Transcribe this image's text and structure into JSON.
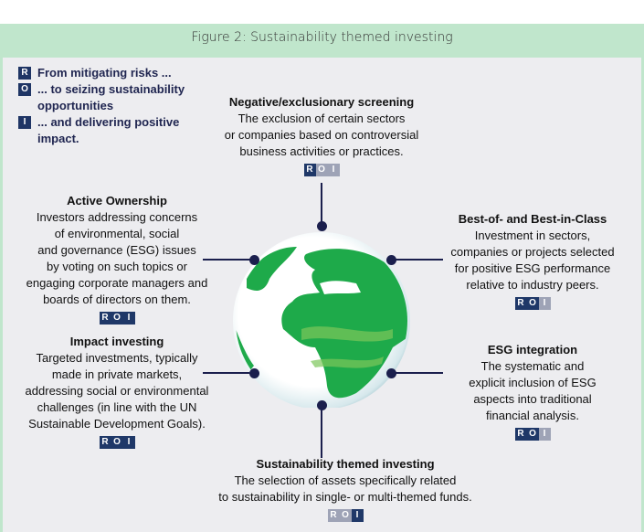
{
  "figure_title": "Figure 2: Sustainability themed investing",
  "legend": [
    {
      "letter": "R",
      "text": "From mitigating risks ..."
    },
    {
      "letter": "O",
      "text": "... to seizing sustainability opportunities"
    },
    {
      "letter": "I",
      "text": "... and delivering positive impact."
    }
  ],
  "badge_letters": [
    "R",
    "O",
    "I"
  ],
  "colors": {
    "header": "#c0e6cc",
    "panel": "#ededf0",
    "navy": "#1f3868",
    "inactive": "#9ea3b6",
    "globe_green": "#1eaa4a"
  },
  "strategies": {
    "negative": {
      "title": "Negative/exclusionary screening",
      "lines": [
        "The exclusion of certain sectors",
        "or companies based on controversial",
        "business activities or practices."
      ],
      "roi": [
        true,
        false,
        false
      ]
    },
    "active": {
      "title": "Active Ownership",
      "lines": [
        "Investors addressing concerns",
        "of environmental, social",
        "and governance (ESG) issues",
        "by voting on such topics or",
        "engaging corporate managers and",
        "boards of directors on them."
      ],
      "roi": [
        true,
        true,
        true
      ]
    },
    "best": {
      "title": "Best-of- and Best-in-Class",
      "lines": [
        "Investment in sectors,",
        "companies or projects selected",
        "for positive ESG performance",
        "relative to industry peers."
      ],
      "roi": [
        true,
        true,
        false
      ]
    },
    "impact": {
      "title": "Impact investing",
      "lines": [
        "Targeted investments, typically",
        "made in private markets,",
        "addressing social or environmental",
        "challenges (in line with the UN",
        "Sustainable Development Goals)."
      ],
      "roi": [
        true,
        true,
        true
      ]
    },
    "esg": {
      "title": "ESG integration",
      "lines": [
        "The systematic and",
        "explicit inclusion of ESG",
        "aspects into traditional",
        "financial analysis."
      ],
      "roi": [
        true,
        true,
        false
      ]
    },
    "themed": {
      "title": "Sustainability themed investing",
      "lines": [
        "The selection of assets specifically related",
        "to sustainability in single- or multi-themed funds."
      ],
      "roi": [
        false,
        false,
        true
      ]
    }
  }
}
